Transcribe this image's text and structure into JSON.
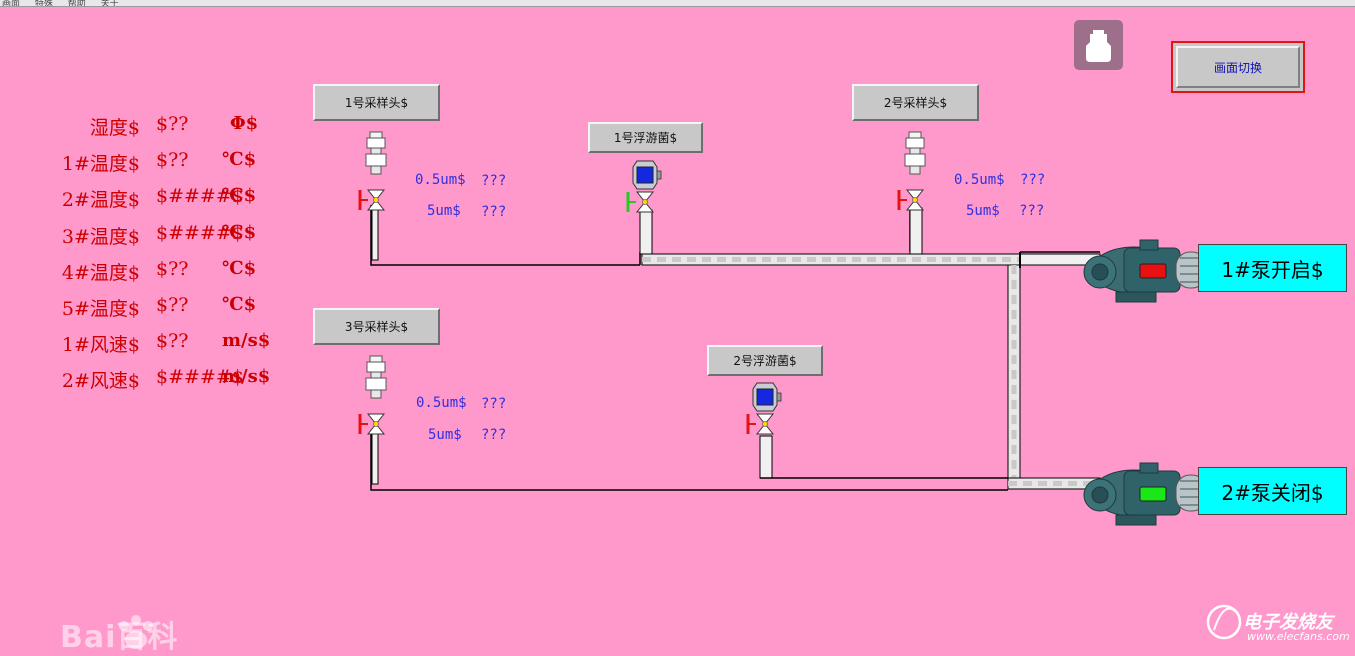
{
  "menubar": {
    "items": [
      "画面",
      "特殊",
      "帮助",
      "关于"
    ]
  },
  "readings": [
    {
      "label": "湿度$",
      "value": "$??",
      "unit": "Φ$"
    },
    {
      "label": "1#温度$",
      "value": "$??",
      "unit": "℃$"
    },
    {
      "label": "2#温度$",
      "value": "$####$",
      "unit": "℃$"
    },
    {
      "label": "3#温度$",
      "value": "$####$",
      "unit": "℃$"
    },
    {
      "label": "4#温度$",
      "value": "$??",
      "unit": "℃$"
    },
    {
      "label": "5#温度$",
      "value": "$??",
      "unit": "℃$"
    },
    {
      "label": "1#风速$",
      "value": "$??",
      "unit": "m/s$"
    },
    {
      "label": "2#风速$",
      "value": "$####$",
      "unit": "m/s$"
    }
  ],
  "samplers": [
    {
      "label": "1号采样头$",
      "pm05_label": "0.5um$",
      "pm05_value": "???",
      "pm5_label": "5um$",
      "pm5_value": "???"
    },
    {
      "label": "2号采样头$",
      "pm05_label": "0.5um$",
      "pm05_value": "???",
      "pm5_label": "5um$",
      "pm5_value": "???"
    },
    {
      "label": "3号采样头$",
      "pm05_label": "0.5um$",
      "pm05_value": "???",
      "pm5_label": "5um$",
      "pm5_value": "???"
    }
  ],
  "floaters": [
    {
      "label": "1号浮游菌$"
    },
    {
      "label": "2号浮游菌$"
    }
  ],
  "pumps": [
    {
      "status": "1#泵开启$",
      "indicator_color": "#e81010"
    },
    {
      "status": "2#泵关闭$",
      "indicator_color": "#18e818"
    }
  ],
  "toolbar": {
    "switch_label": "画面切换",
    "usb_icon": "usb-drive-icon"
  },
  "watermarks": {
    "baidu": "Bai百科",
    "elecfans_cn": "电子发烧友",
    "elecfans_url": "www.elecfans.com"
  },
  "colors": {
    "background": "#ff99cc",
    "reading_text": "#cc0000",
    "sensor_text": "#3030dd",
    "pump_status_bg": "#00ffff",
    "switch_border": "#e41414"
  }
}
